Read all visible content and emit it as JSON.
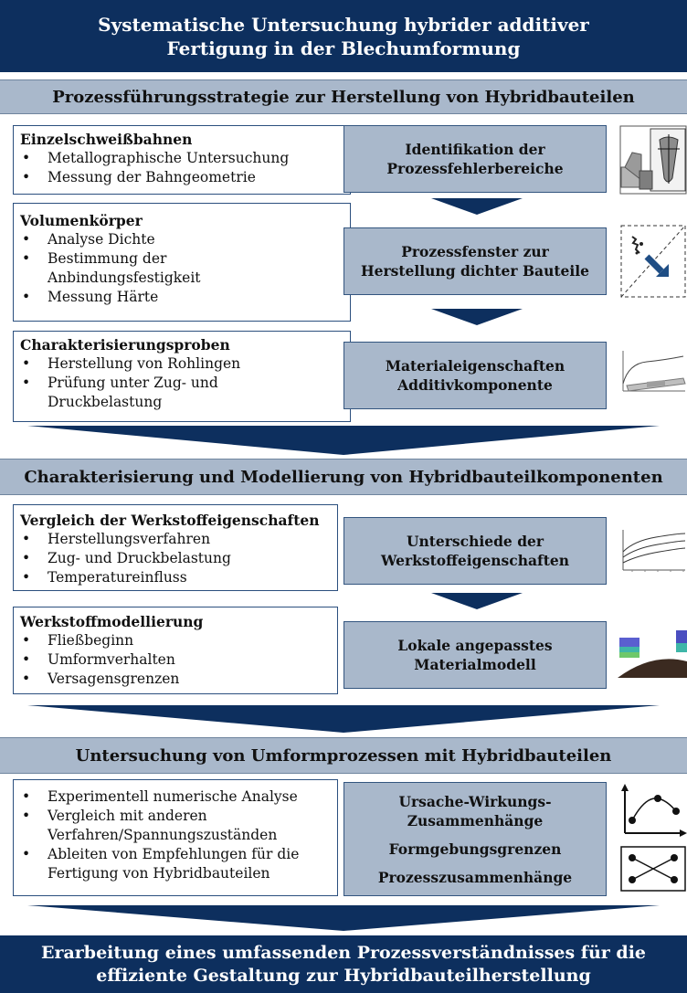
{
  "header": {
    "line1": "Systematische Untersuchung hybrider additiver",
    "line2": "Fertigung in der Blechumformung"
  },
  "section1": {
    "title": "Prozessführungsstrategie zur Herstellung von Hybridbauteilen",
    "boxes": [
      {
        "heading": "Einzelschweißbahnen",
        "items": [
          "Metallographische Untersuchung",
          "Messung der Bahngeometrie"
        ],
        "result_line1": "Identifikation der",
        "result_line2": "Prozessfehlerbereiche",
        "icon": "weld-bead-cross-section-icon"
      },
      {
        "heading": "Volumenkörper",
        "items": [
          "Analyse Dichte",
          "Bestimmung der",
          "Anbindungsfestigkeit",
          "Messung Härte"
        ],
        "result_line1": "Prozessfenster zur",
        "result_line2": "Herstellung dichter Bauteile",
        "icon": "process-window-icon"
      },
      {
        "heading": "Charakterisierungsproben",
        "items": [
          "Herstellung von Rohlingen",
          "Prüfung unter Zug- und",
          "Druckbelastung"
        ],
        "result_line1": "Materialeigenschaften",
        "result_line2": "Additivkomponente",
        "icon": "stress-strain-specimen-icon"
      }
    ]
  },
  "section2": {
    "title": "Charakterisierung und Modellierung von Hybridbauteilkomponenten",
    "boxes": [
      {
        "heading": "Vergleich der Werkstoffeigenschaften",
        "items": [
          "Herstellungsverfahren",
          "Zug- und Druckbelastung",
          "Temperatureinfluss"
        ],
        "result_line1": "Unterschiede der",
        "result_line2": "Werkstoffeigenschaften",
        "icon": "flow-curves-icon"
      },
      {
        "heading": "Werkstoffmodellierung",
        "items": [
          "Fließbeginn",
          "Umformverhalten",
          "Versagensgrenzen"
        ],
        "result_line1": "Lokale angepasstes",
        "result_line2": "Materialmodell",
        "icon": "fe-simulation-icon"
      }
    ]
  },
  "section3": {
    "title": "Untersuchung von Umformprozessen mit Hybridbauteilen",
    "items": [
      "Experimentell numerische Analyse",
      "Vergleich mit anderen",
      "Verfahren/Spannungszuständen",
      "Ableiten von Empfehlungen für die",
      "Fertigung von Hybridbauteilen"
    ],
    "results": [
      "Ursache-Wirkungs-",
      "Zusammenhänge",
      "Formgebungsgrenzen",
      "Prozesszusammenhänge"
    ],
    "icons": [
      "cause-effect-curve-icon",
      "cross-relation-icon"
    ]
  },
  "footer": {
    "line1": "Erarbeitung eines umfassenden Prozessverständnisses für die",
    "line2": "effiziente Gestaltung zur Hybridbauteilherstellung"
  },
  "colors": {
    "navy": "#0d2f5e",
    "band": "#a9b8cb",
    "border": "#2b4f7e"
  }
}
